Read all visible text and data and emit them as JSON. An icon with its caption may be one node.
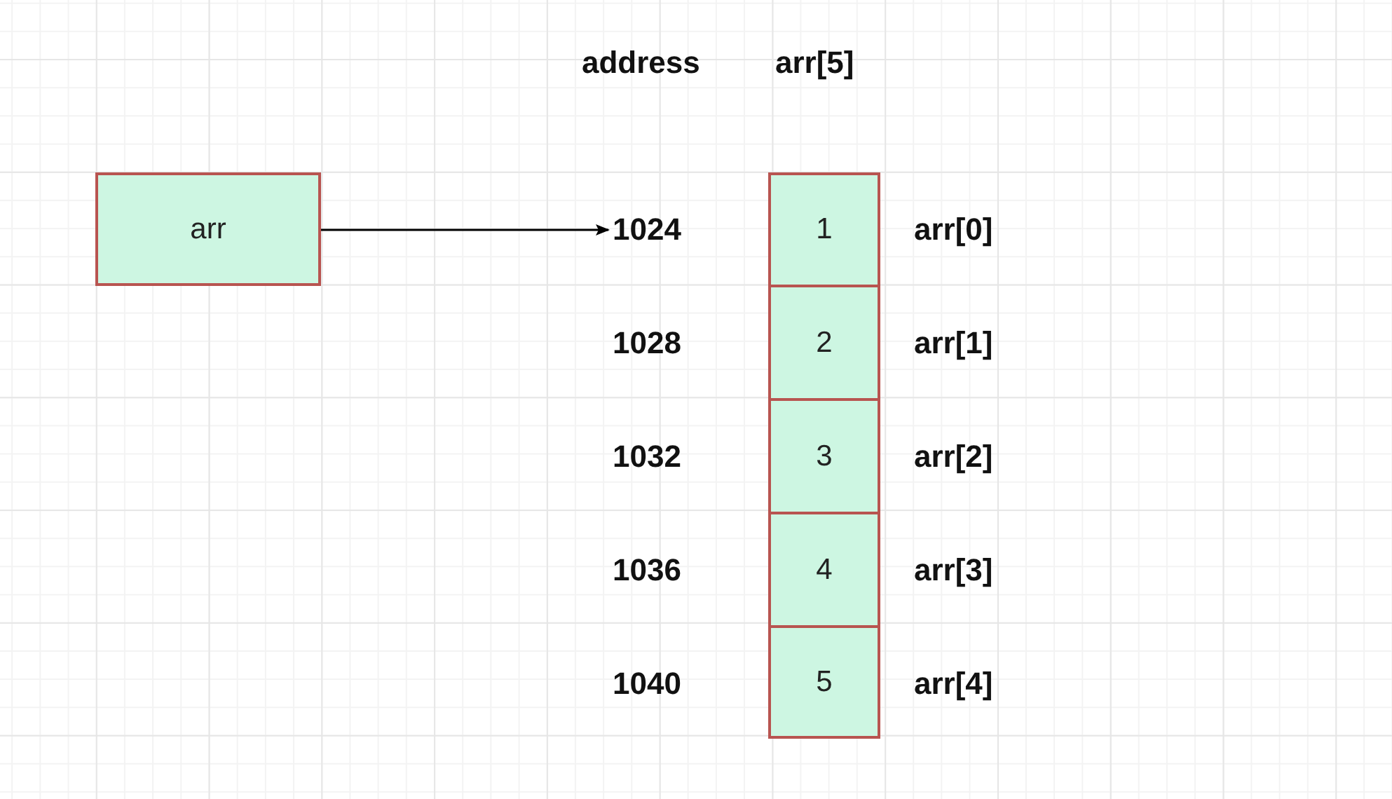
{
  "diagram": {
    "nodes": [
      {
        "text": [
          "arr"
        ]
      },
      {
        "text": [
          "1024"
        ]
      },
      {
        "text": [
          "1"
        ]
      },
      {
        "text": [
          "2"
        ]
      },
      {
        "text": [
          "3"
        ]
      },
      {
        "text": [
          "4"
        ]
      },
      {
        "text": [
          "5"
        ]
      }
    ],
    "edges": [
      {
        "from": 0,
        "to": 1,
        "arrow": "to"
      }
    ],
    "labels": [
      "address",
      "arr[5]",
      "arr[0]",
      "1028",
      "arr[1]",
      "1032",
      "arr[2]",
      "1036",
      "arr[3]",
      "1040",
      "arr[4]"
    ]
  }
}
